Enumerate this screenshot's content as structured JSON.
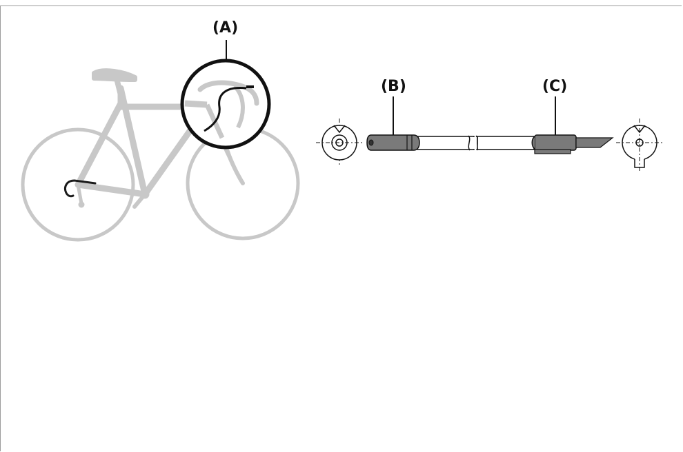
{
  "labels": {
    "a": "(A)",
    "b": "(B)",
    "c": "(C)"
  },
  "colors": {
    "bike": "#c8c8c8",
    "outline": "#1a1a1a",
    "cap_fill": "#7a7a7a"
  }
}
